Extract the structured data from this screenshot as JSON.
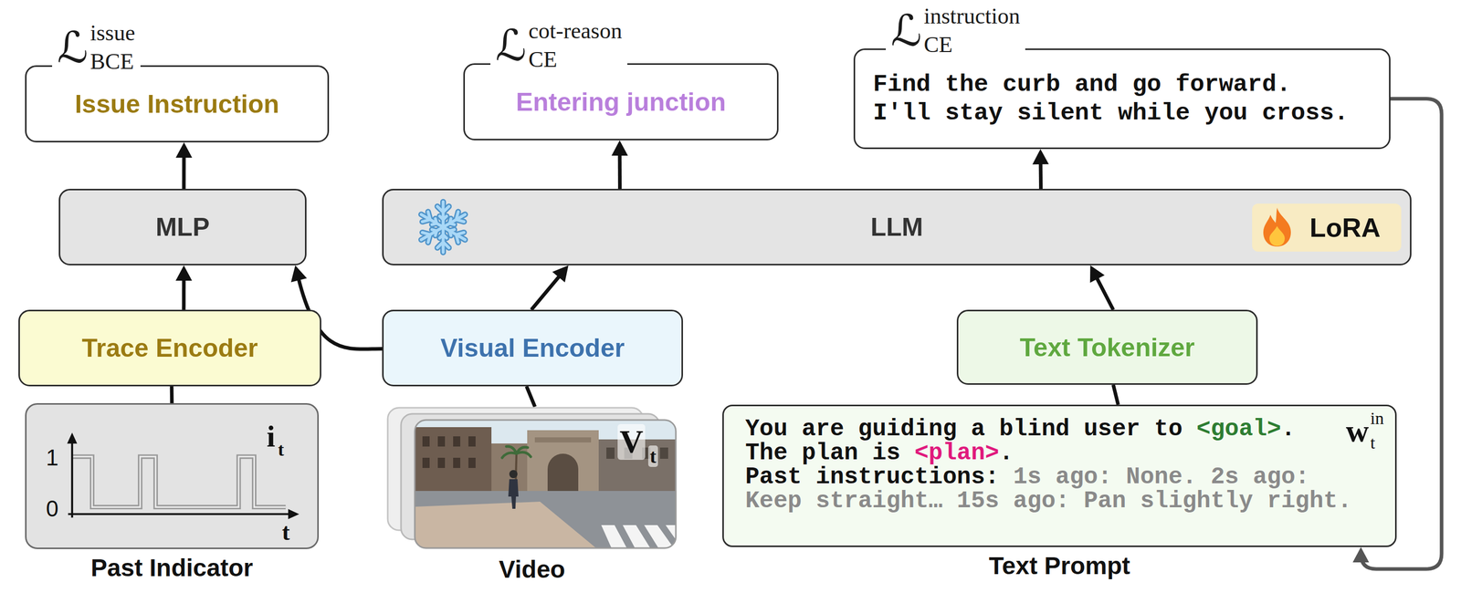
{
  "diagram": {
    "nodes": [
      {
        "text": [
          "ℒ",
          "issue",
          "BCE",
          "Issue Instruction"
        ]
      },
      {
        "text": [
          "ℒ",
          "cot-reason",
          "CE",
          "Entering junction"
        ]
      },
      {
        "text": [
          "ℒ",
          "instruction",
          "CE",
          "Find the curb and go forward.",
          "I'll stay silent while you cross."
        ]
      },
      {
        "text": [
          "MLP"
        ]
      },
      {
        "text": [
          "LLM"
        ]
      },
      {
        "text": [
          "LoRA"
        ],
        "in": 4
      },
      {
        "text": [
          "Trace Encoder"
        ]
      },
      {
        "text": [
          "Visual Encoder"
        ]
      },
      {
        "text": [
          "Text Tokenizer"
        ]
      },
      {
        "text": [
          "1",
          "0",
          "t",
          "i",
          "t",
          "Past Indicator"
        ]
      },
      {
        "text": [
          "V",
          "t",
          "Video"
        ]
      },
      {
        "text": [
          "You are guiding a blind user to",
          "<goal>",
          ".",
          "The plan is",
          "<plan>",
          ".",
          "Past instructions:",
          "1s ago: None. 2s ago:",
          "Keep straight… 15s ago: Pan slightly right.",
          "w",
          "in",
          "t",
          "Text Prompt"
        ]
      }
    ],
    "edges": [
      {
        "from": 9,
        "to": 6,
        "arrow": "none"
      },
      {
        "from": 6,
        "to": 3,
        "arrow": "to"
      },
      {
        "from": 7,
        "to": 3,
        "arrow": "to"
      },
      {
        "from": 10,
        "to": 7,
        "arrow": "none"
      },
      {
        "from": 7,
        "to": 4,
        "arrow": "to"
      },
      {
        "from": 11,
        "to": 8,
        "arrow": "none"
      },
      {
        "from": 8,
        "to": 4,
        "arrow": "to"
      },
      {
        "from": 3,
        "to": 0,
        "arrow": "to"
      },
      {
        "from": 4,
        "to": 1,
        "arrow": "to"
      },
      {
        "from": 4,
        "to": 2,
        "arrow": "to"
      },
      {
        "from": 2,
        "to": 11,
        "arrow": "to"
      }
    ]
  }
}
